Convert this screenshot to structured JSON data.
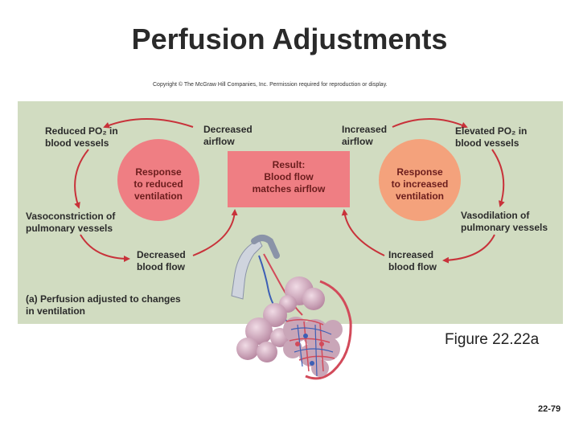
{
  "slide": {
    "title": "Perfusion Adjustments",
    "copyright": "Copyright © The McGraw Hill Companies, Inc. Permission required for reproduction or display.",
    "figure_label": "Figure 22.22a",
    "page_number": "22-79"
  },
  "diagram": {
    "left_cycle": {
      "reduced_po2": "Reduced PO₂ in\nblood vessels",
      "decreased_airflow": "Decreased\nairflow",
      "vasoconstriction": "Vasoconstriction of\npulmonary vessels",
      "decreased_blood_flow": "Decreased\nblood flow",
      "response": "Response\nto reduced\nventilation"
    },
    "right_cycle": {
      "increased_airflow": "Increased\nairflow",
      "elevated_po2": "Elevated PO₂ in\nblood vessels",
      "vasodilation": "Vasodilation of\npulmonary vessels",
      "increased_blood_flow": "Increased\nblood flow",
      "response": "Response\nto increased\nventilation"
    },
    "result": "Result:\nBlood flow\nmatches airflow",
    "caption": "(a) Perfusion adjusted to changes\n    in ventilation"
  },
  "colors": {
    "panel_background": "#d1dcc1",
    "left_circle": "#ef7e83",
    "right_circle": "#f4a27c",
    "result_box": "#ef7e83",
    "arrow": "#c8323a",
    "alveoli": "#c9a6b8",
    "capillary": "#d24a5a",
    "vein": "#3d5fb5"
  }
}
